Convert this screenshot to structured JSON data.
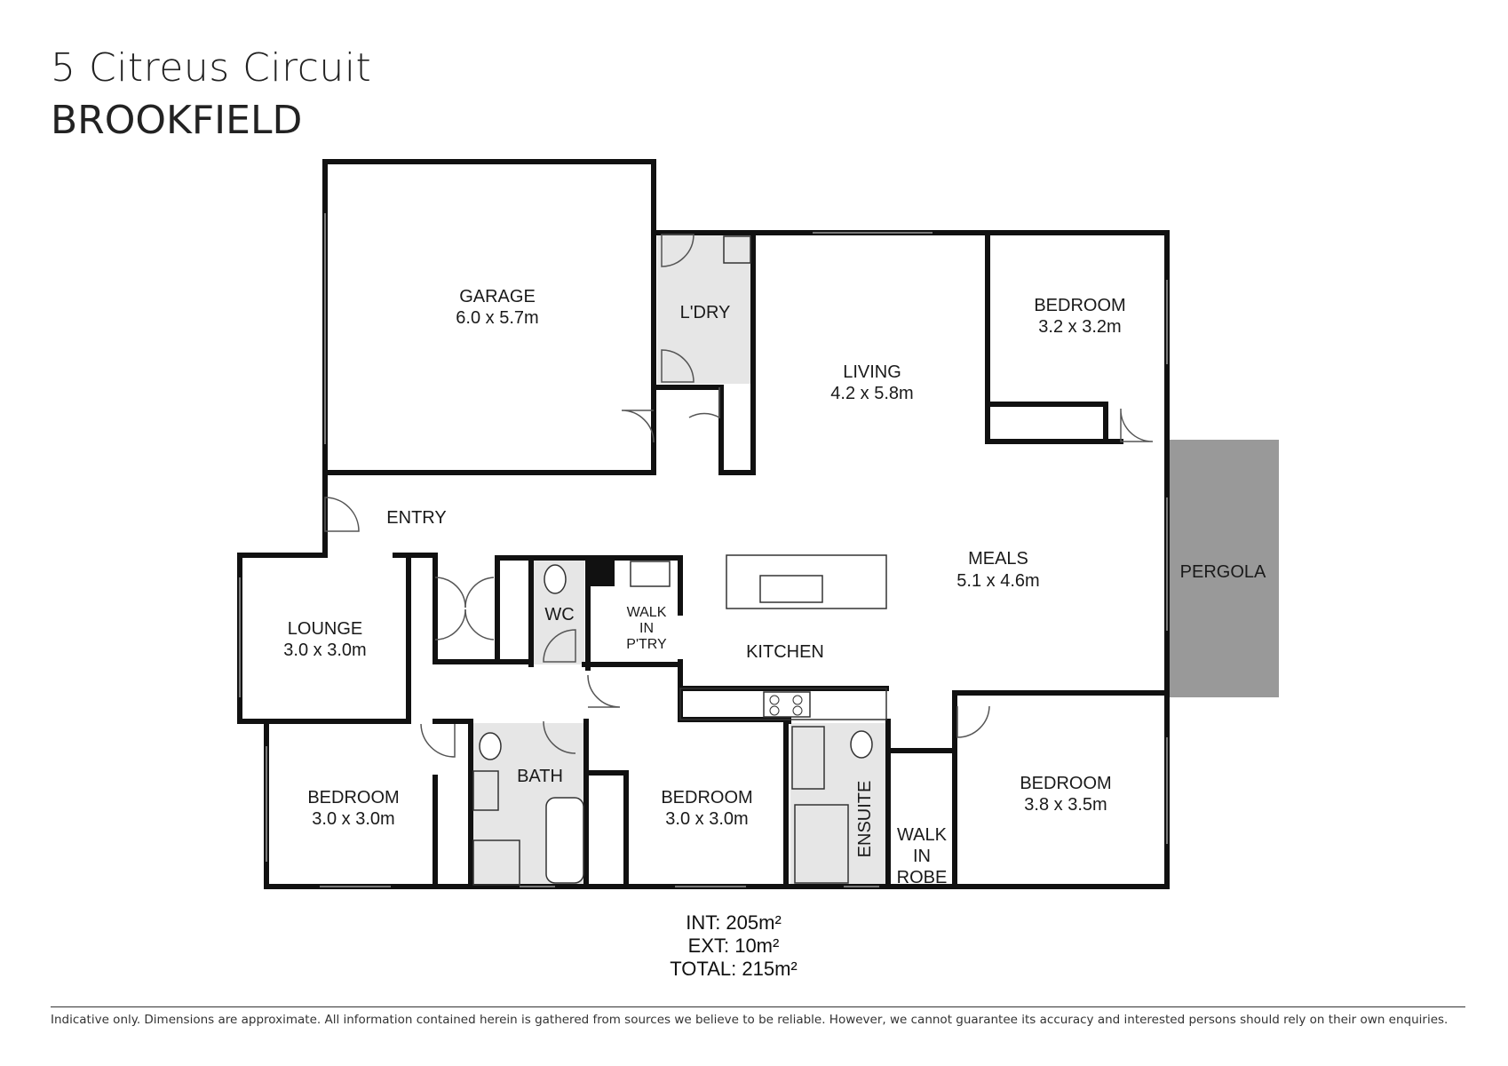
{
  "header": {
    "address": "5 Citreus Circuit",
    "suburb": "BROOKFIELD"
  },
  "rooms": {
    "garage": {
      "name": "GARAGE",
      "size": "6.0 x 5.7m"
    },
    "laundry": {
      "name": "L'DRY"
    },
    "living": {
      "name": "LIVING",
      "size": "4.2 x 5.8m"
    },
    "bedroom_ne": {
      "name": "BEDROOM",
      "size": "3.2 x 3.2m"
    },
    "entry": {
      "name": "ENTRY"
    },
    "meals": {
      "name": "MEALS",
      "size": "5.1 x 4.6m"
    },
    "pergola": {
      "name": "PERGOLA"
    },
    "lounge": {
      "name": "LOUNGE",
      "size": "3.0 x 3.0m"
    },
    "wc": {
      "name": "WC"
    },
    "pantry": {
      "line1": "WALK",
      "line2": "IN",
      "line3": "P'TRY"
    },
    "kitchen": {
      "name": "KITCHEN"
    },
    "bedroom_sw": {
      "name": "BEDROOM",
      "size": "3.0 x 3.0m"
    },
    "bath": {
      "name": "BATH"
    },
    "bedroom_s": {
      "name": "BEDROOM",
      "size": "3.0 x 3.0m"
    },
    "ensuite": {
      "name": "ENSUITE"
    },
    "robe": {
      "line1": "WALK",
      "line2": "IN",
      "line3": "ROBE"
    },
    "bedroom_se": {
      "name": "BEDROOM",
      "size": "3.8 x 3.5m"
    }
  },
  "areas": {
    "int": "INT: 205m²",
    "ext": "EXT: 10m²",
    "total": "TOTAL: 215m²"
  },
  "colors": {
    "wet_area": "#e6e6e6",
    "pergola": "#999999",
    "wall": "#111111"
  },
  "footer": {
    "disclaimer": "Indicative only. Dimensions are approximate. All information contained herein is gathered from sources we believe to be reliable. However, we cannot guarantee its accuracy and interested persons should rely on their own enquiries."
  }
}
